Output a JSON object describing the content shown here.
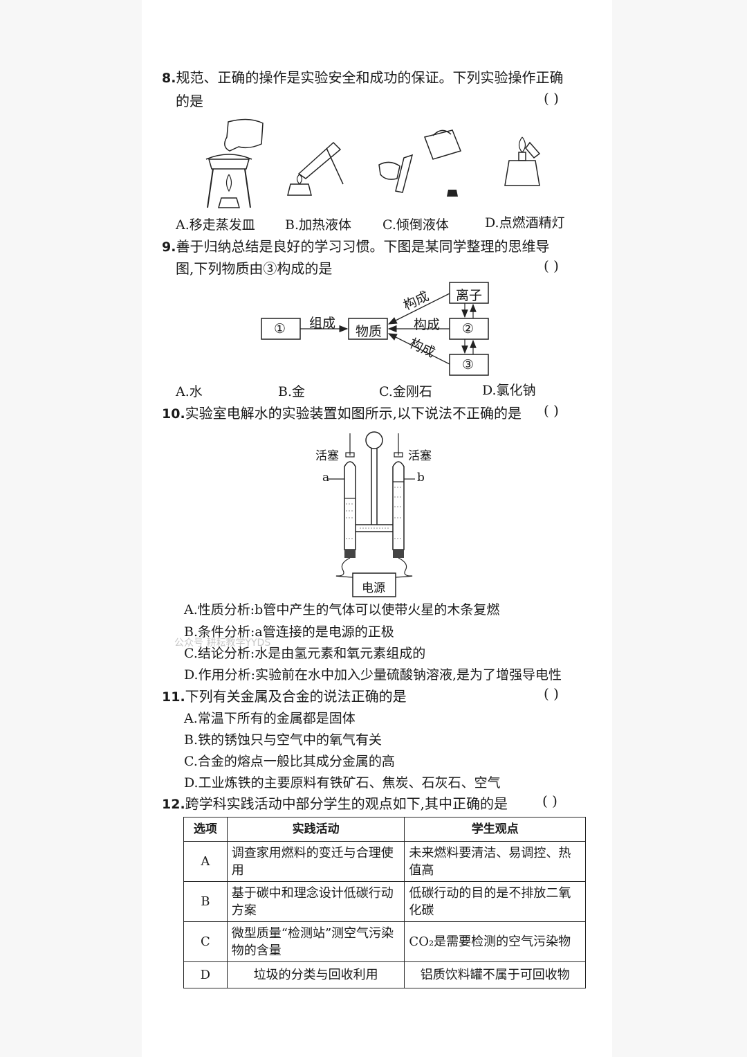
{
  "q8": {
    "num": "8.",
    "line1": "规范、正确的操作是实验安全和成功的保证。下列实验操作正确",
    "line2": "的是",
    "paren": "(      )",
    "options": [
      "A.移走蒸发皿",
      "B.加热液体",
      "C.倾倒液体",
      "D.点燃酒精灯"
    ]
  },
  "q9": {
    "num": "9.",
    "line1": "善于归纳总结是良好的学习习惯。下图是某同学整理的思维导",
    "line2": "图,下列物质由③构成的是",
    "paren": "(      )",
    "diagram": {
      "box1": "①",
      "box_substance": "物质",
      "box_ion": "离子",
      "box2": "②",
      "box3": "③",
      "label_compose": "组成",
      "label_build1": "构成",
      "label_build2": "构成",
      "label_build3": "构成"
    },
    "options": [
      "A.水",
      "B.金",
      "C.金刚石",
      "D.氯化钠"
    ]
  },
  "q10": {
    "num": "10.",
    "line1": "实验室电解水的实验装置如图所示,以下说法不正确的是",
    "paren": "(      )",
    "figure": {
      "stopcock_left": "活塞",
      "stopcock_right": "活塞",
      "label_a": "a",
      "label_b": "b",
      "power": "电源"
    },
    "options": [
      "A.性质分析:b管中产生的气体可以使带火星的木条复燃",
      "B.条件分析:a管连接的是电源的正极",
      "C.结论分析:水是由氢元素和氧元素组成的",
      "D.作用分析:实验前在水中加入少量硫酸钠溶液,是为了增强导电性"
    ],
    "watermark": "公众号  耕耘教学YYDS"
  },
  "q11": {
    "num": "11.",
    "line1": "下列有关金属及合金的说法正确的是",
    "paren": "(      )",
    "options": [
      "A.常温下所有的金属都是固体",
      "B.铁的锈蚀只与空气中的氧气有关",
      "C.合金的熔点一般比其成分金属的高",
      "D.工业炼铁的主要原料有铁矿石、焦炭、石灰石、空气"
    ]
  },
  "q12": {
    "num": "12.",
    "line1": "跨学科实践活动中部分学生的观点如下,其中正确的是",
    "paren": "(      )",
    "headers": [
      "选项",
      "实践活动",
      "学生观点"
    ],
    "rows": [
      {
        "opt": "A",
        "activity": "调查家用燃料的变迁与合理使用",
        "view": "未来燃料要清洁、易调控、热值高"
      },
      {
        "opt": "B",
        "activity": "基于碳中和理念设计低碳行动方案",
        "view": "低碳行动的目的是不排放二氧化碳"
      },
      {
        "opt": "C",
        "activity": "微型质量“检测站”测空气污染物的含量",
        "view": "CO₂是需要检测的空气污染物"
      },
      {
        "opt": "D",
        "activity": "垃圾的分类与回收利用",
        "view": "铝质饮料罐不属于可回收物"
      }
    ]
  }
}
